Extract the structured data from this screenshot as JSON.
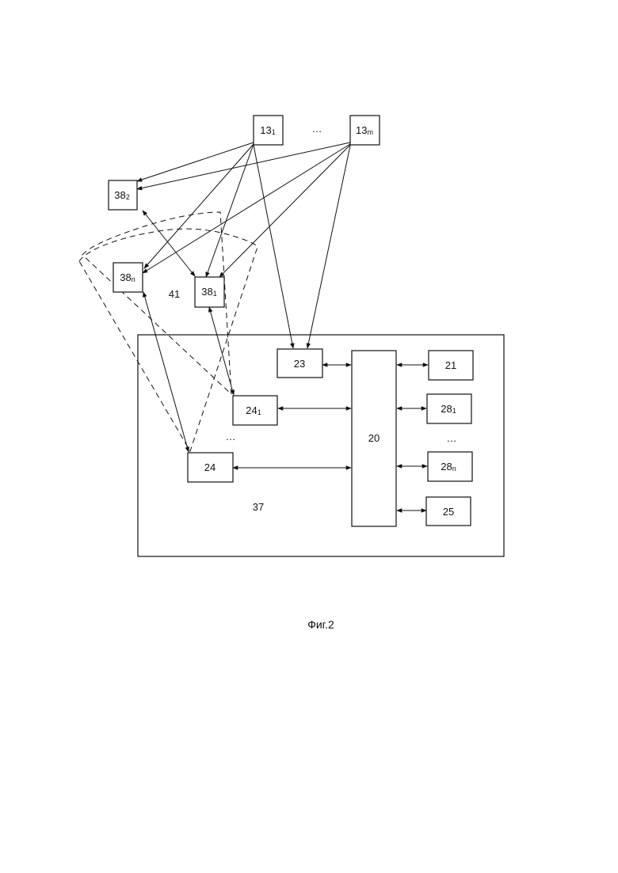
{
  "nodes": {
    "n13_1": {
      "main": "13",
      "sub": "1"
    },
    "n13_m": {
      "main": "13",
      "sub": "m"
    },
    "n38_2": {
      "main": "38",
      "sub": "2"
    },
    "n38_n": {
      "main": "38",
      "sub": "n"
    },
    "n38_1": {
      "main": "38",
      "sub": "1"
    },
    "n23": {
      "main": "23",
      "sub": ""
    },
    "n20": {
      "main": "20",
      "sub": ""
    },
    "n21": {
      "main": "21",
      "sub": ""
    },
    "n24_1": {
      "main": "24",
      "sub": "1"
    },
    "n28_1": {
      "main": "28",
      "sub": "1"
    },
    "n28_n": {
      "main": "28",
      "sub": "n"
    },
    "n24": {
      "main": "24",
      "sub": ""
    },
    "n25": {
      "main": "25",
      "sub": ""
    }
  },
  "labels": {
    "region_41": "41",
    "system_37": "37",
    "ellipsis_top": "…",
    "ellipsis_left": "…",
    "ellipsis_right": "…"
  },
  "caption": "Фиг.2"
}
